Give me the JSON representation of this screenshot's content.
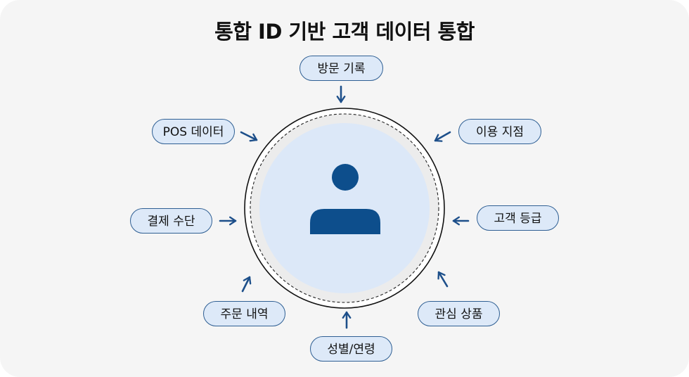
{
  "title": "통합 ID 기반 고객 데이터 통합",
  "colors": {
    "background": "#f5f5f5",
    "pill_fill": "#dde9f8",
    "pill_border": "#2f5f93",
    "arrow": "#1d4f8a",
    "person_icon": "#0d4e8c",
    "inner_circle": "#dce8f8",
    "ring_band": "#ececec"
  },
  "center_icon": "person-icon",
  "nodes": [
    {
      "id": "visit",
      "label": "방문 기록"
    },
    {
      "id": "location",
      "label": "이용 지점"
    },
    {
      "id": "grade",
      "label": "고객 등급"
    },
    {
      "id": "interest",
      "label": "관심 상품"
    },
    {
      "id": "gender_age",
      "label": "성별/연령"
    },
    {
      "id": "orders",
      "label": "주문 내역"
    },
    {
      "id": "payment",
      "label": "결제 수단"
    },
    {
      "id": "pos",
      "label": "POS 데이터"
    }
  ]
}
